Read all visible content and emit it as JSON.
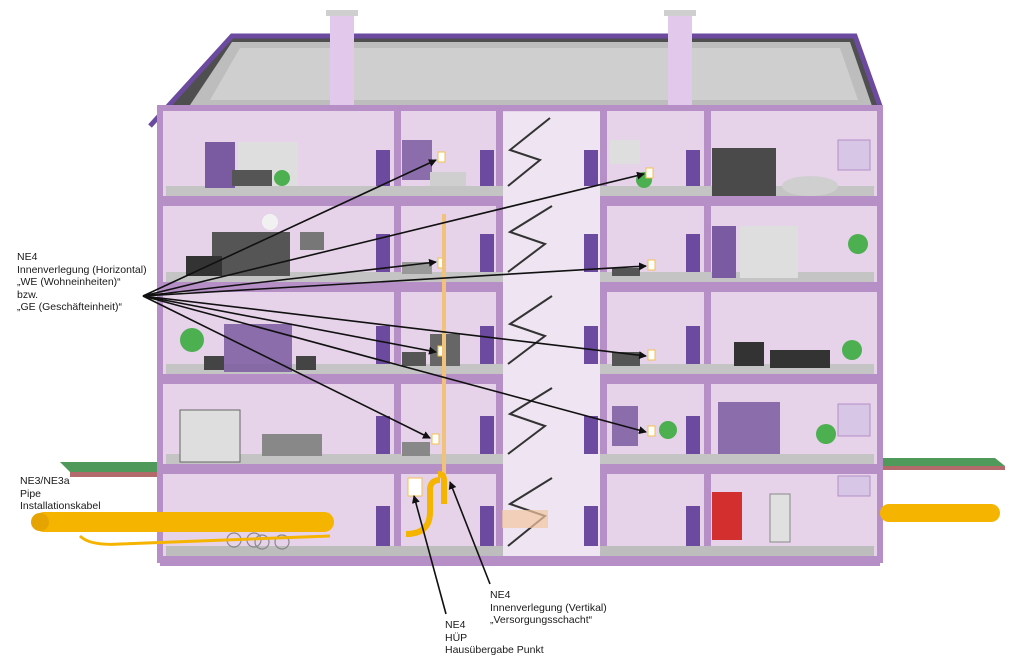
{
  "labels": {
    "ne4_horizontal": [
      "NE4",
      "Innenverlegung (Horizontal)",
      "„WE (Wohneinheiten)“",
      "bzw.",
      "„GE (Geschäfteinheit)“"
    ],
    "ne3": [
      "NE3/NE3a",
      "Pipe",
      "Installationskabel"
    ],
    "ne4_vertical": [
      "NE4",
      "Innenverlegung (Vertikal)",
      "„Versorgungsschacht“"
    ],
    "ne4_hup": [
      "NE4",
      "HÜP",
      "Hausübergabe Punkt"
    ]
  },
  "colors": {
    "wall": "#e6d3ea",
    "frame": "#b58fc6",
    "roof_trim": "#6b4aa0",
    "roof_dark": "#4f4f4f",
    "roof_inner": "#c8c8c8",
    "door": "#6b4aa0",
    "floor": "#b9b9b9",
    "cable": "#f5b400",
    "riser": "#f1c27a",
    "grass": "#4f9a5a",
    "soil": "#b36a6a",
    "arrow": "#111111"
  }
}
